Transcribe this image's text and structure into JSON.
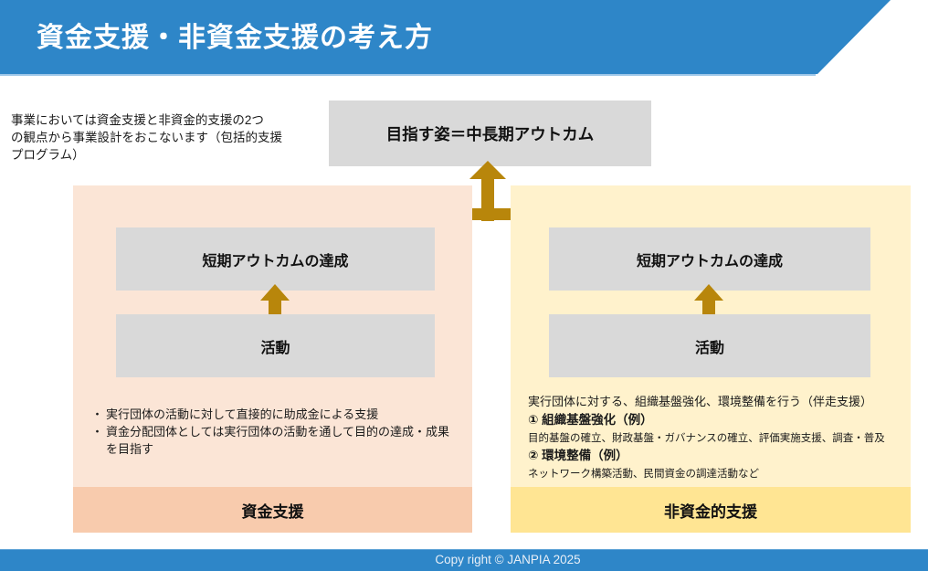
{
  "header": {
    "title": "資金支援・非資金支援の考え方"
  },
  "intro": {
    "text": "事業においては資金支援と非資金的支援の2つ\nの観点から事業設計をおこないます（包括的支援\nプログラム）"
  },
  "goal_box": {
    "label": "目指す姿＝中長期アウトカム"
  },
  "left_panel": {
    "outcome_box": "短期アウトカムの達成",
    "activity_box": "活動",
    "bullets": [
      "実行団体の活動に対して直接的に助成金による支援",
      "資金分配団体としては実行団体の活動を通して目的の達成・成果を目指す"
    ],
    "footer_label": "資金支援"
  },
  "right_panel": {
    "outcome_box": "短期アウトカムの達成",
    "activity_box": "活動",
    "lines": [
      {
        "text": "実行団体に対する、組織基盤強化、環境整備を行う（伴走支援）",
        "style": "normal"
      },
      {
        "text": "① 組織基盤強化（例）",
        "style": "bold"
      },
      {
        "text": "目的基盤の確立、財政基盤・ガバナンスの確立、評価実施支援、調査・普及",
        "style": "small"
      },
      {
        "text": "② 環境整備（例）",
        "style": "bold"
      },
      {
        "text": "ネットワーク構築活動、民間資金の調達活動など",
        "style": "small"
      }
    ],
    "footer_label": "非資金的支援"
  },
  "footer": {
    "copyright": "Copy right © JANPIA 2025"
  },
  "colors": {
    "header_blue": "#2E86C8",
    "gold_arrow": "#B8860B",
    "panel_pink": "#FBE5D6",
    "band_salmon": "#F8CBAD",
    "panel_yellow": "#FFF2CC",
    "band_yellow": "#FFE593",
    "box_gray": "#D9D9D9"
  }
}
